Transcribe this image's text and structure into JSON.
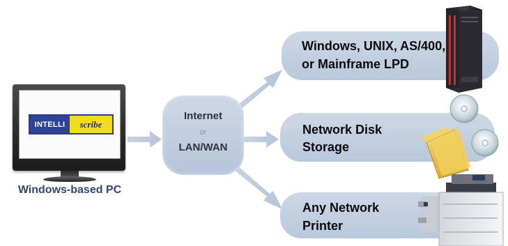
{
  "source": {
    "logo_left": "INTELLI",
    "logo_right": "scribe",
    "label": "Windows-based PC"
  },
  "hub": {
    "line1": "Internet",
    "line2": "or",
    "line3": "LAN/WAN"
  },
  "destinations": [
    {
      "line1": "Windows, UNIX, AS/400,",
      "line2": "or Mainframe LPD",
      "icon": "server-tower-icon"
    },
    {
      "line1": "Network Disk",
      "line2": "Storage",
      "icon": "disk-storage-icon"
    },
    {
      "line1": "Any Network",
      "line2": "Printer",
      "icon": "printer-icon"
    }
  ],
  "colors": {
    "arrow": "#b9c8dc",
    "pill": "#c3cfe0",
    "label_blue": "#34486d",
    "server_red": "#c4302b",
    "folder": "#e8c04a"
  }
}
